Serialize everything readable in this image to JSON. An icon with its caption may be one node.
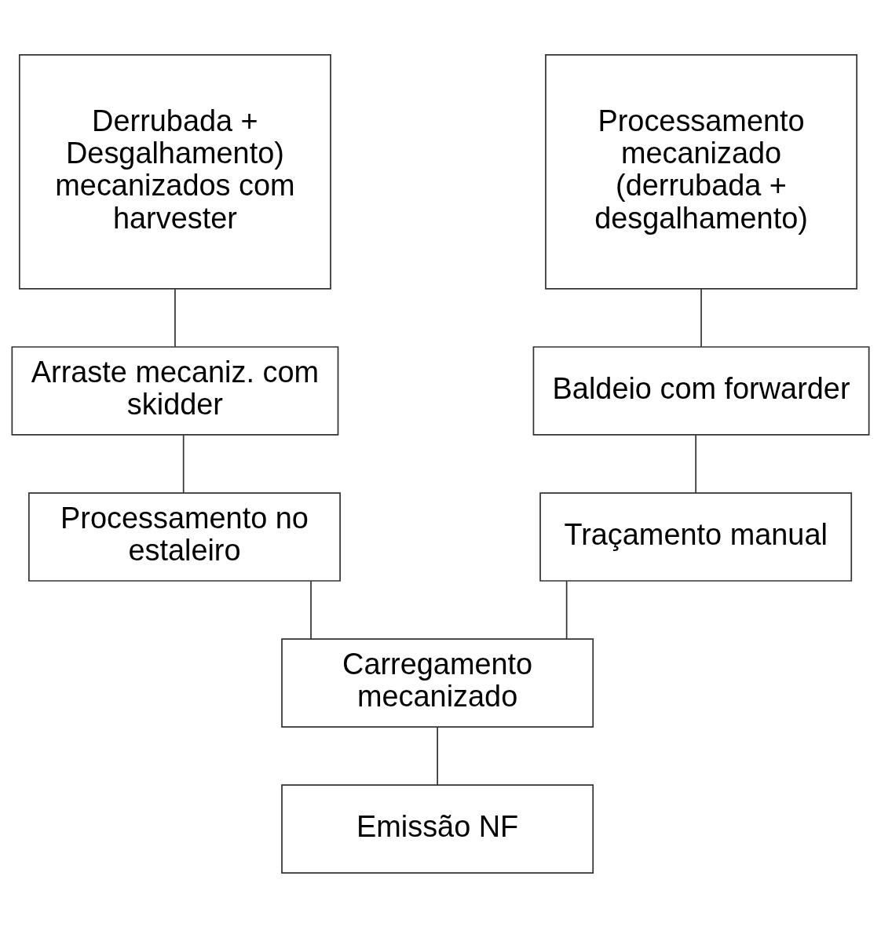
{
  "diagram": {
    "nodes": [
      {
        "text": [
          "Derrubada + Desgalhamento) mecanizados com harvester"
        ]
      },
      {
        "text": [
          "Processamento mecanizado (derrubada + desgalhamento)"
        ]
      },
      {
        "text": [
          "Arraste mecaniz. com skidder"
        ]
      },
      {
        "text": [
          "Baldeio com forwarder"
        ]
      },
      {
        "text": [
          "Processamento no estaleiro"
        ]
      },
      {
        "text": [
          "Traçamento manual"
        ]
      },
      {
        "text": [
          "Carregamento mecanizado"
        ]
      },
      {
        "text": [
          "Emissão NF"
        ]
      }
    ],
    "edges": [
      {
        "from": 0,
        "to": 2,
        "arrow": "none"
      },
      {
        "from": 2,
        "to": 4,
        "arrow": "none"
      },
      {
        "from": 1,
        "to": 3,
        "arrow": "none"
      },
      {
        "from": 3,
        "to": 5,
        "arrow": "none"
      },
      {
        "from": 4,
        "to": 6,
        "arrow": "none"
      },
      {
        "from": 5,
        "to": 6,
        "arrow": "none"
      },
      {
        "from": 6,
        "to": 7,
        "arrow": "none"
      }
    ]
  }
}
